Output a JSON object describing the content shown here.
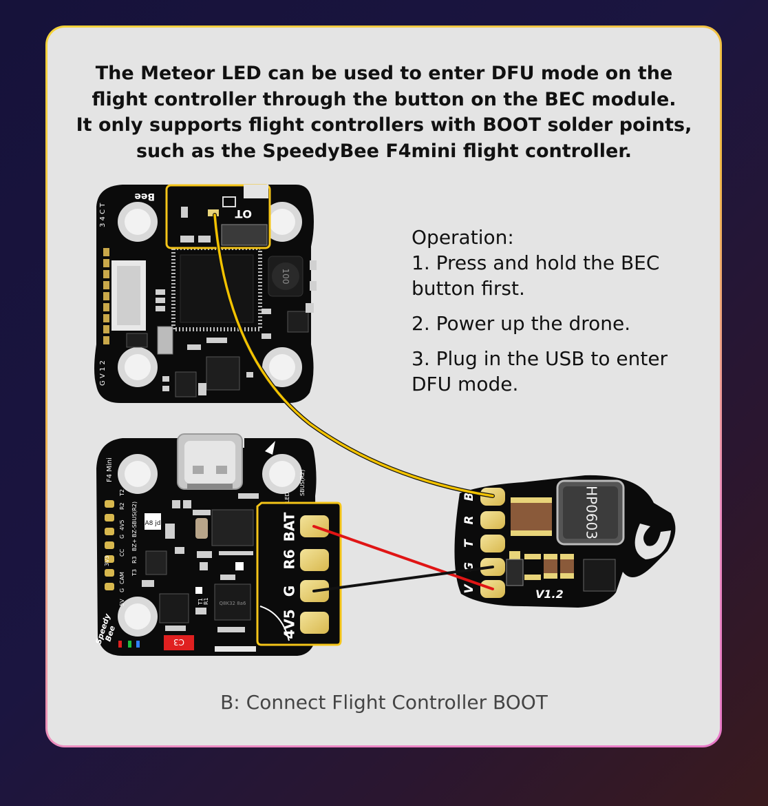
{
  "headline": {
    "line1": "The Meteor LED can be used to enter DFU mode on the",
    "line2": "flight controller through the button on the BEC module.",
    "line3": "It only supports flight controllers with BOOT solder points,",
    "line4": "such as the SpeedyBee F4mini flight controller."
  },
  "operation": {
    "title": "Operation:",
    "step1": "1. Press and hold the BEC button first.",
    "step2": "2. Power up the drone.",
    "step3": "3. Plug in the USB to enter DFU mode."
  },
  "caption": "B: Connect Flight Controller BOOT",
  "boards": {
    "top_fc": {
      "silk_brand": "Bee",
      "silk_boot": "OT",
      "edge_top": "3 4 C T",
      "edge_bottom": "G V 1 2",
      "inductor": "100"
    },
    "bottom_fc": {
      "model": "F4 Mini",
      "brand_line1": "Speedy",
      "brand_line2": "Bee",
      "pin_labels": [
        "R2",
        "T2",
        "4V5",
        "G",
        "CC",
        "3V3",
        "CAM",
        "G",
        "5V",
        "R3",
        "T3",
        "BZ+",
        "BZ-SBUS(R2)",
        "SBUS(R2)",
        "LED",
        "T1",
        "R1"
      ],
      "chip": "A8 jd",
      "mosfet": "Q8K32 8a6",
      "led": "C3"
    },
    "pads_callout": [
      "BAT",
      "R6",
      "G",
      "4V5"
    ],
    "bec": {
      "pin_labels": [
        "B",
        "R",
        "T",
        "G",
        "V"
      ],
      "inductor": "HP0603",
      "version": "V1.2"
    }
  },
  "colors": {
    "accent_yellow": "#f5c518",
    "wire_yellow": "#f2c200",
    "wire_red": "#e01515",
    "wire_black": "#111111",
    "pad_gold": "#e8d47a",
    "pcb_black": "#0b0b0b"
  }
}
